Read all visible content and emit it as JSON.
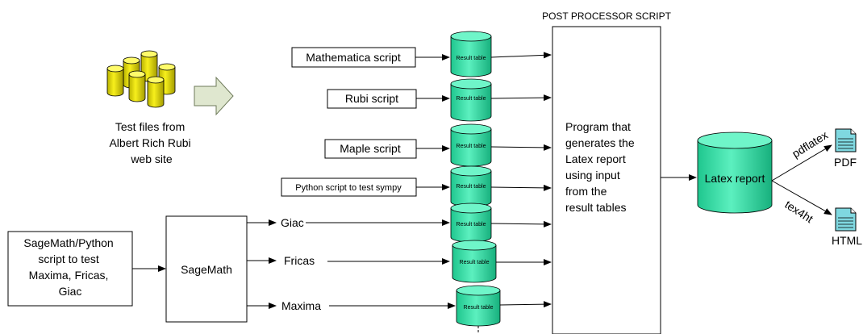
{
  "header": "POST PROCESSOR SCRIPT",
  "source": {
    "caption_lines": [
      "Test files from",
      "Albert Rich Rubi",
      "web site"
    ]
  },
  "scripts": [
    {
      "label": "Mathematica script"
    },
    {
      "label": "Rubi script"
    },
    {
      "label": "Maple script"
    },
    {
      "label": "Python script to test sympy"
    }
  ],
  "sagemath": {
    "input_lines": [
      "SageMath/Python",
      "script to test",
      "Maxima, Fricas,",
      "Giac"
    ],
    "box_label": "SageMath",
    "outputs": [
      "Giac",
      "Fricas",
      "Maxima"
    ]
  },
  "result_table_label": "Result table",
  "processor_lines": [
    "Program that",
    "generates the",
    "Latex report",
    "using input",
    "from the",
    "result tables"
  ],
  "report": {
    "label": "Latex report"
  },
  "converters": [
    {
      "tool": "pdflatex",
      "output": "PDF"
    },
    {
      "tool": "tex4ht",
      "output": "HTML"
    }
  ],
  "colors": {
    "result_cylinder": "#33e0a8",
    "report_cylinder": "#3fe0a0",
    "source_cylinder": "#f2e80a",
    "arrow_fill": "#dfe7cf",
    "document_icon": "#7fd8e0"
  }
}
